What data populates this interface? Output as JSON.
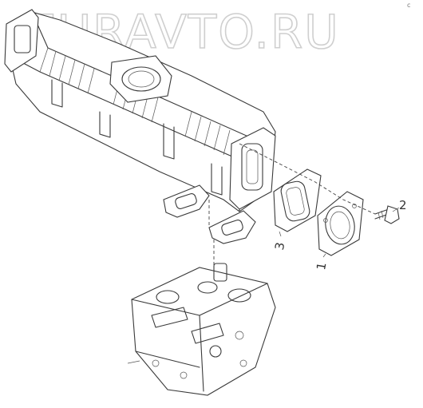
{
  "watermark": {
    "text": "ZURAVTO.RU",
    "corner_mark": "c"
  },
  "callouts": [
    {
      "id": "1",
      "part": "flange-gasket-round"
    },
    {
      "id": "2",
      "part": "bolt"
    },
    {
      "id": "3",
      "part": "gasket-square"
    }
  ]
}
